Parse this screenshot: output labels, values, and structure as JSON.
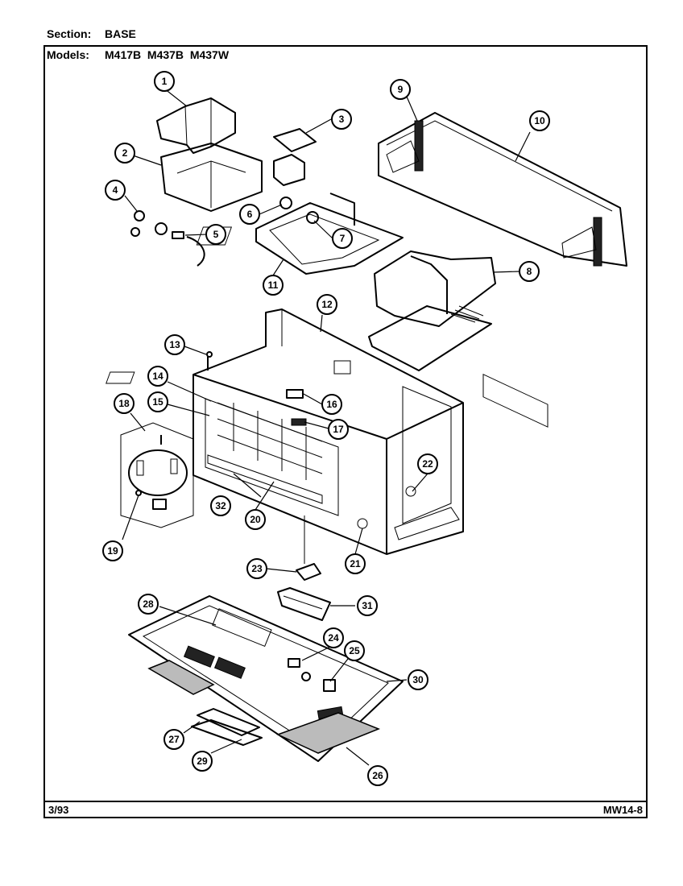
{
  "header": {
    "section_label": "Section:",
    "section_value": "BASE",
    "models_label": "Models:",
    "models_value": "M417B  M437B  M437W"
  },
  "footer": {
    "date": "3/93",
    "doc_number": "MW14-8"
  },
  "callouts": [
    "1",
    "2",
    "3",
    "4",
    "5",
    "6",
    "7",
    "8",
    "9",
    "10",
    "11",
    "12",
    "13",
    "14",
    "15",
    "16",
    "17",
    "18",
    "19",
    "20",
    "21",
    "22",
    "23",
    "24",
    "25",
    "26",
    "27",
    "28",
    "29",
    "30",
    "31",
    "32"
  ]
}
